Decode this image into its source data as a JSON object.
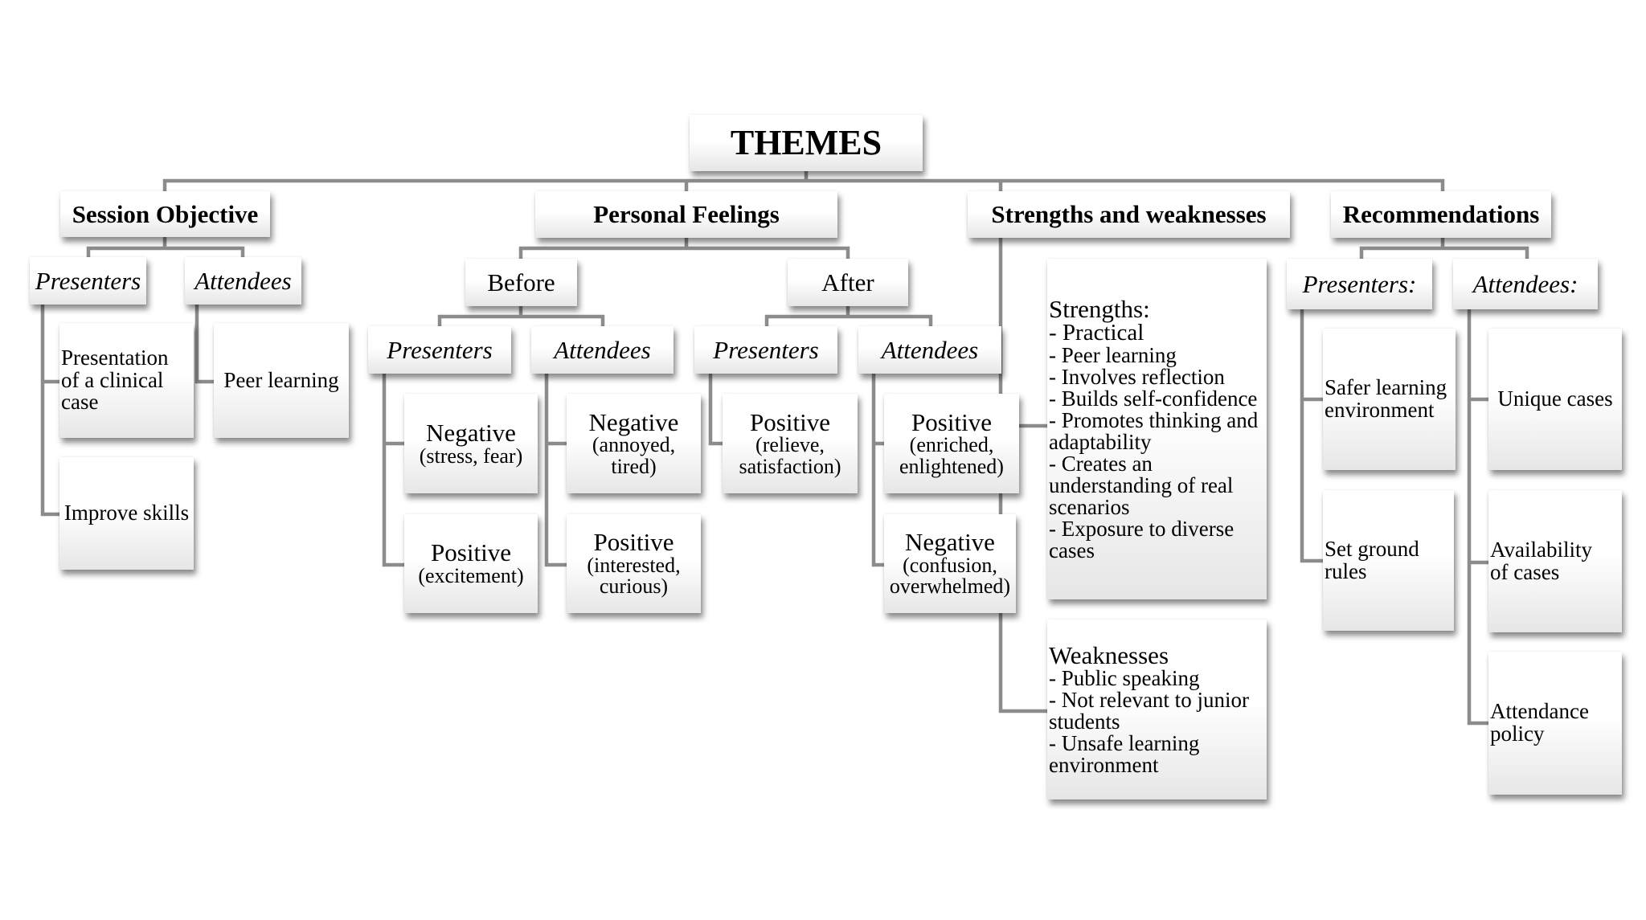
{
  "root": {
    "label": "THEMES"
  },
  "session_objective": {
    "label": "Session Objective",
    "presenters": {
      "label": "Presenters",
      "items": [
        "Presentation of a clinical case",
        "Improve skills"
      ]
    },
    "attendees": {
      "label": "Attendees",
      "items": [
        "Peer learning"
      ]
    }
  },
  "personal_feelings": {
    "label": "Personal Feelings",
    "before": {
      "label": "Before",
      "presenters": {
        "label": "Presenters",
        "items": [
          {
            "title": "Negative",
            "detail": "(stress, fear)"
          },
          {
            "title": "Positive",
            "detail": "(excitement)"
          }
        ]
      },
      "attendees": {
        "label": "Attendees",
        "items": [
          {
            "title": "Negative",
            "detail_line1": "(annoyed,",
            "detail_line2": "tired)"
          },
          {
            "title": "Positive",
            "detail_line1": "(interested,",
            "detail_line2": "curious)"
          }
        ]
      }
    },
    "after": {
      "label": "After",
      "presenters": {
        "label": "Presenters",
        "items": [
          {
            "title": "Positive",
            "detail_line1": "(relieve,",
            "detail_line2": "satisfaction)"
          }
        ]
      },
      "attendees": {
        "label": "Attendees",
        "items": [
          {
            "title": "Positive",
            "detail_line1": "(enriched,",
            "detail_line2": "enlightened)"
          },
          {
            "title": "Negative",
            "detail_line1": "(confusion,",
            "detail_line2": "overwhelmed)"
          }
        ]
      }
    }
  },
  "strengths_weaknesses": {
    "label": "Strengths and weaknesses",
    "strengths": {
      "heading": "Strengths:",
      "items": [
        "- Practical",
        "- Peer learning",
        "- Involves reflection",
        "- Builds self-confidence",
        "- Promotes thinking and",
        "adaptability",
        "- Creates an",
        "understanding of real",
        "scenarios",
        "- Exposure to diverse",
        "cases"
      ]
    },
    "weaknesses": {
      "heading": "Weaknesses",
      "items": [
        "- Public speaking",
        "- Not relevant to junior",
        "students",
        "- Unsafe learning",
        "environment"
      ]
    }
  },
  "recommendations": {
    "label": "Recommendations",
    "presenters": {
      "label": "Presenters:",
      "items": [
        "Safer learning environment",
        "Set ground rules"
      ]
    },
    "attendees": {
      "label": "Attendees:",
      "items": [
        "Unique cases",
        "Availability of cases",
        "Attendance policy"
      ]
    }
  }
}
